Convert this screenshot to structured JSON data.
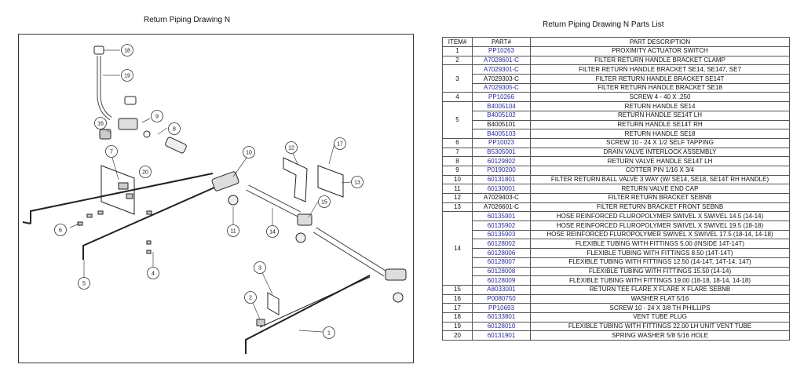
{
  "drawing": {
    "title": "Return Piping Drawing N",
    "callouts": [
      "1",
      "2",
      "3",
      "4",
      "5",
      "6",
      "7",
      "8",
      "9",
      "10",
      "11",
      "12",
      "13",
      "14",
      "15",
      "16",
      "17",
      "18",
      "19",
      "20"
    ]
  },
  "parts_list": {
    "title": "Return Piping Drawing N Parts List",
    "headers": [
      "ITEM#",
      "PART#",
      "PART DESCRIPTION"
    ],
    "rows": [
      {
        "item": "1",
        "part": "PP10263",
        "link": true,
        "desc": "PROXIMITY ACTUATOR SWITCH"
      },
      {
        "item": "2",
        "part": "A7028601-C",
        "link": true,
        "desc": "FILTER RETURN HANDLE BRACKET CLAMP"
      },
      {
        "item": "3",
        "part": "A7029301-C",
        "link": true,
        "desc": "FILTER RETURN HANDLE BRACKET SE14, SE147, SE7"
      },
      {
        "item": "",
        "part": "A7029303-C",
        "link": false,
        "desc": "FILTER RETURN HANDLE BRACKET SE14T"
      },
      {
        "item": "",
        "part": "A7029305-C",
        "link": true,
        "desc": "FILTER RETURN HANDLE BRACKET SE18"
      },
      {
        "item": "4",
        "part": "PP10266",
        "link": true,
        "desc": "SCREW 4 - 40 X .250"
      },
      {
        "item": "5",
        "part": "B4005104",
        "link": true,
        "desc": "RETURN HANDLE SE14"
      },
      {
        "item": "",
        "part": "B4005102",
        "link": true,
        "desc": "RETURN HANDLE SE14T LH"
      },
      {
        "item": "",
        "part": "B4005101",
        "link": false,
        "desc": "RETURN HANDLE SE14T RH"
      },
      {
        "item": "",
        "part": "B4005103",
        "link": true,
        "desc": "RETURN HANDLE SE18"
      },
      {
        "item": "6",
        "part": "PP10023",
        "link": true,
        "desc": "SCREW 10 - 24 X 1/2 SELF TAPPING"
      },
      {
        "item": "7",
        "part": "B5305001",
        "link": true,
        "desc": "DRAIN VALVE INTERLOCK ASSEMBLY"
      },
      {
        "item": "8",
        "part": "60129802",
        "link": true,
        "desc": "RETURN VALVE HANDLE SE14T LH"
      },
      {
        "item": "9",
        "part": "P0190200",
        "link": true,
        "desc": "COTTER PIN 1/16 X 3/4"
      },
      {
        "item": "10",
        "part": "60131801",
        "link": true,
        "desc": "FILTER RETURN BALL VALVE 3 WAY (W/ SE14, SE18, SE14T RH HANDLE)"
      },
      {
        "item": "11",
        "part": "60130001",
        "link": true,
        "desc": "RETURN VALVE END CAP"
      },
      {
        "item": "12",
        "part": "A7029403-C",
        "link": false,
        "desc": "FILTER RETURN BRACKET SEBNB"
      },
      {
        "item": "13",
        "part": "A7026601-C",
        "link": false,
        "desc": "FILTER RETURN BRACKET FRONT SEBNB"
      },
      {
        "item": "14",
        "part": "60135901",
        "link": true,
        "desc": "HOSE REINFORCED FLUROPOLYMER SWIVEL X SWIVEL 14.5 (14-14)"
      },
      {
        "item": "",
        "part": "60135902",
        "link": true,
        "desc": "HOSE REINFORCED FLUROPOLYMER SWIVEL X SWIVEL 19.5 (18-18)"
      },
      {
        "item": "",
        "part": "60135903",
        "link": true,
        "desc": "HOSE REINFORCED FLUROPOLYMER SWIVEL X SWIVEL 17.5 (18-14, 14-18)"
      },
      {
        "item": "",
        "part": "60128002",
        "link": true,
        "desc": "FLEXIBLE TUBING WITH FITTINGS 5.00 (INSIDE 14T-14T)"
      },
      {
        "item": "",
        "part": "60128006",
        "link": true,
        "desc": "FLEXIBLE TUBING WITH FITTINGS 8.50 (14T-14T)"
      },
      {
        "item": "",
        "part": "60128007",
        "link": true,
        "desc": "FLEXIBLE TUBING WITH FITTINGS 12.50 (14-14T, 14T-14, 147)"
      },
      {
        "item": "",
        "part": "60128008",
        "link": true,
        "desc": "FLEXIBLE TUBING WITH FITTINGS 15.50 (14-14)"
      },
      {
        "item": "",
        "part": "60128009",
        "link": true,
        "desc": "FLEXIBLE TUBING WITH FITTINGS 19.00 (18-18, 18-14, 14-18)"
      },
      {
        "item": "15",
        "part": "A8033001",
        "link": true,
        "desc": "RETURN TEE FLARE X FLARE X  FLARE SEBNB"
      },
      {
        "item": "16",
        "part": "P0080750",
        "link": true,
        "desc": "WASHER FLAT 5/16"
      },
      {
        "item": "17",
        "part": "PP10693",
        "link": true,
        "desc": "SCREW 10 - 24 X 3/8 TH PHILLIPS"
      },
      {
        "item": "18",
        "part": "60133801",
        "link": true,
        "desc": "VENT TUBE PLUG"
      },
      {
        "item": "19",
        "part": "60128010",
        "link": true,
        "desc": "FLEXIBLE TUBING WITH FITTINGS 22.00 LH UNIT VENT TUBE"
      },
      {
        "item": "20",
        "part": "60131901",
        "link": true,
        "desc": "SPRING WASHER 5/8 5/16 HOLE"
      }
    ],
    "row_groups": {
      "3": 3,
      "5": 4,
      "14": 8
    }
  }
}
